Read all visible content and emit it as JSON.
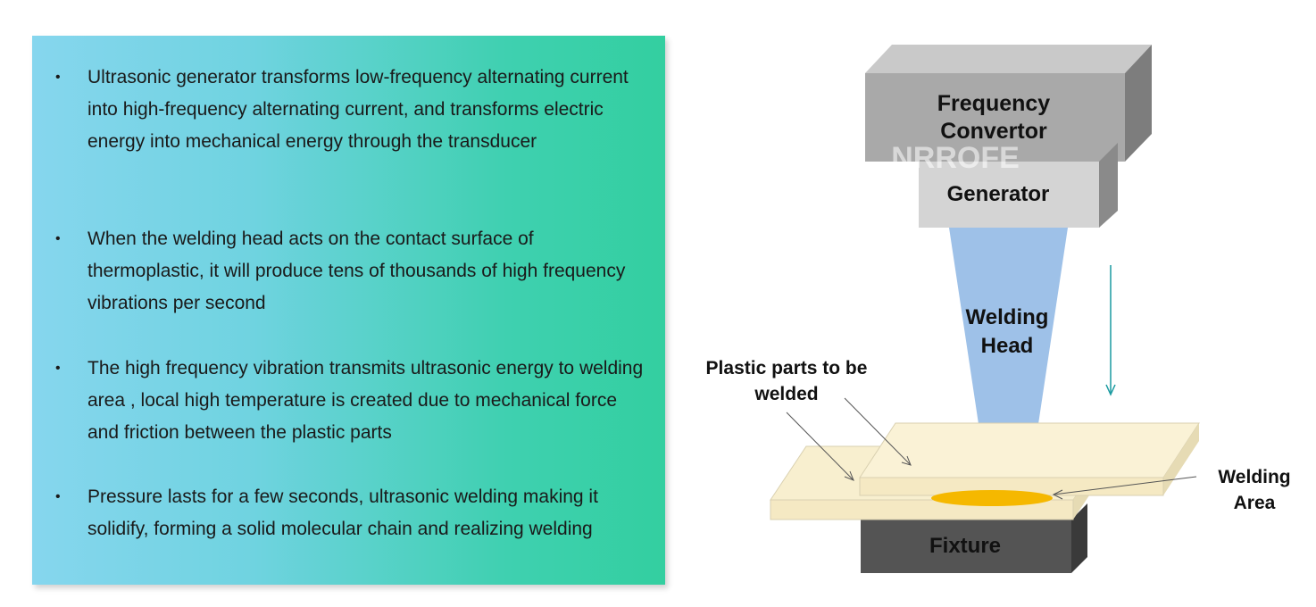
{
  "bullets": [
    "Ultrasonic generator transforms low-frequency alternating current into  high-frequency alternating current, and transforms electric energy into mechanical energy through the transducer",
    "When the welding head acts on the contact surface of thermoplastic, it will produce tens of thousands of high frequency vibrations per second",
    "The high frequency vibration transmits ultrasonic energy to welding area , local high temperature is created due to mechanical force and friction between the plastic parts",
    "Pressure lasts for a few seconds, ultrasonic welding making it solidify, forming a solid molecular chain and realizing welding"
  ],
  "bullet_symbol": "•",
  "diagram": {
    "converter_line1": "Frequency",
    "converter_line2": "Convertor",
    "generator": "Generator",
    "welding_head_line1": "Welding",
    "welding_head_line2": "Head",
    "plastic_parts_line1": "Plastic parts to be",
    "plastic_parts_line2": "welded",
    "welding_area_line1": "Welding",
    "welding_area_line2": "Area",
    "fixture": "Fixture",
    "watermark": "NRROFE"
  },
  "colors": {
    "panel_left": "#86d6ee",
    "panel_right": "#33cfa0",
    "converter": "#a9a9a9",
    "generator": "#d4d4d4",
    "welding_head": "#9ec1e8",
    "plastic": "#f8efcf",
    "weld_area": "#f5b800",
    "fixture": "#545454",
    "arrow": "#1a9aa0"
  }
}
